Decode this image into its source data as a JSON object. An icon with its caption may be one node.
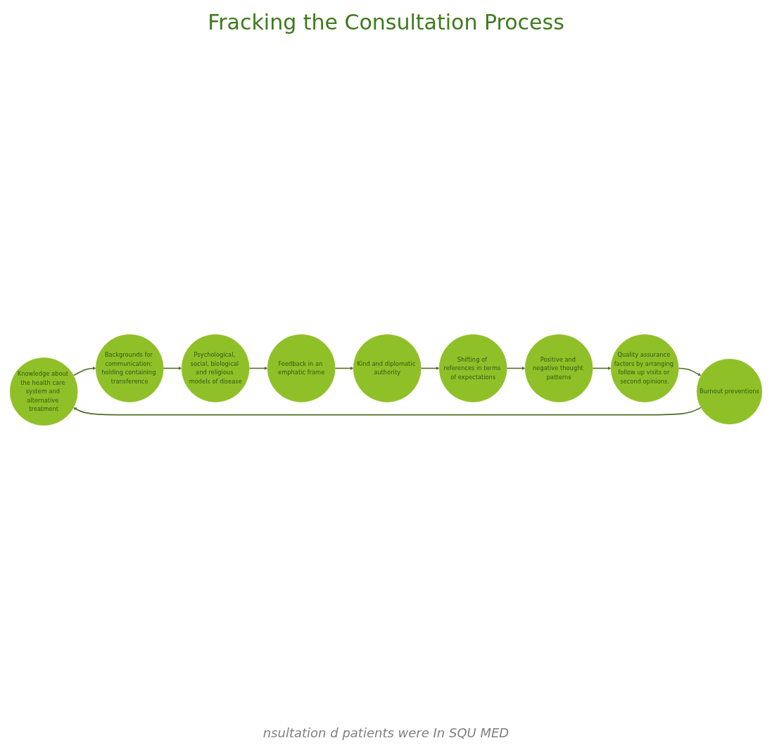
{
  "diagram": {
    "title": "Fracking the Consultation Process",
    "nodes": [
      {
        "text": [
          "Knowledge about the health care system and alternative treatment"
        ]
      },
      {
        "text": [
          "Backgrounds for communication: holding containing transference"
        ]
      },
      {
        "text": [
          "Psychological, social, biological and religious models of disease"
        ]
      },
      {
        "text": [
          "Feedback in an emphatic frame"
        ]
      },
      {
        "text": [
          "Kind and diplomatic authority"
        ]
      },
      {
        "text": [
          "Shifting of references in terms of expectations"
        ]
      },
      {
        "text": [
          "Positive and negative thought patterns"
        ]
      },
      {
        "text": [
          "Quality assurance factors by arranging follow up visits or second opinions."
        ]
      },
      {
        "text": [
          "Burnout preventions"
        ]
      }
    ],
    "edges": [
      {
        "from": 0,
        "to": 1,
        "arrow": "to"
      },
      {
        "from": 1,
        "to": 2,
        "arrow": "to"
      },
      {
        "from": 2,
        "to": 3,
        "arrow": "to"
      },
      {
        "from": 3,
        "to": 4,
        "arrow": "to"
      },
      {
        "from": 4,
        "to": 5,
        "arrow": "to"
      },
      {
        "from": 5,
        "to": 6,
        "arrow": "to"
      },
      {
        "from": 6,
        "to": 7,
        "arrow": "to"
      },
      {
        "from": 7,
        "to": 8,
        "arrow": "to"
      },
      {
        "from": 8,
        "to": 0,
        "arrow": "to"
      }
    ],
    "labels": [
      "nsultation d patients were In SQU MED"
    ]
  }
}
